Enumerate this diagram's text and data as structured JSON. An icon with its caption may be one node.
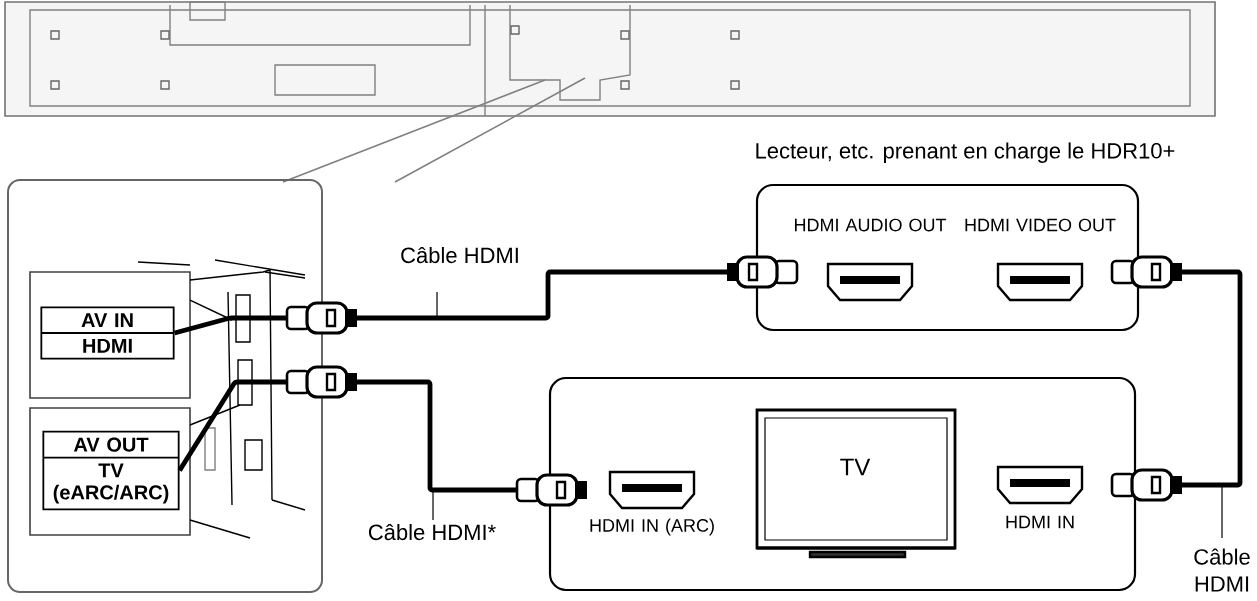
{
  "diagram": {
    "nodes": [
      {
        "text": [],
        "shape": "box"
      },
      {
        "text": [
          "AV IN",
          "HDMI"
        ],
        "in": 0
      },
      {
        "text": [
          "AV OUT",
          "TV (eARC/ARC)"
        ],
        "in": 0
      },
      {
        "text": [
          "HDMI AUDIO OUT",
          "HDMI VIDEO OUT"
        ],
        "beside": [
          "Lecteur, etc. prenant en charge le HDR10+"
        ]
      },
      {
        "text": [
          "HDMI IN (ARC)",
          "HDMI IN"
        ]
      },
      {
        "text": [
          "TV"
        ],
        "in": 4
      }
    ],
    "edges": [
      {
        "from": 1,
        "to": 3,
        "arrow": "other",
        "label": "Câble HDMI"
      },
      {
        "from": 2,
        "to": 4,
        "arrow": "other",
        "label": "Câble HDMI*"
      },
      {
        "from": 3,
        "to": 4,
        "arrow": "other",
        "label": "Câble HDMI"
      }
    ]
  }
}
